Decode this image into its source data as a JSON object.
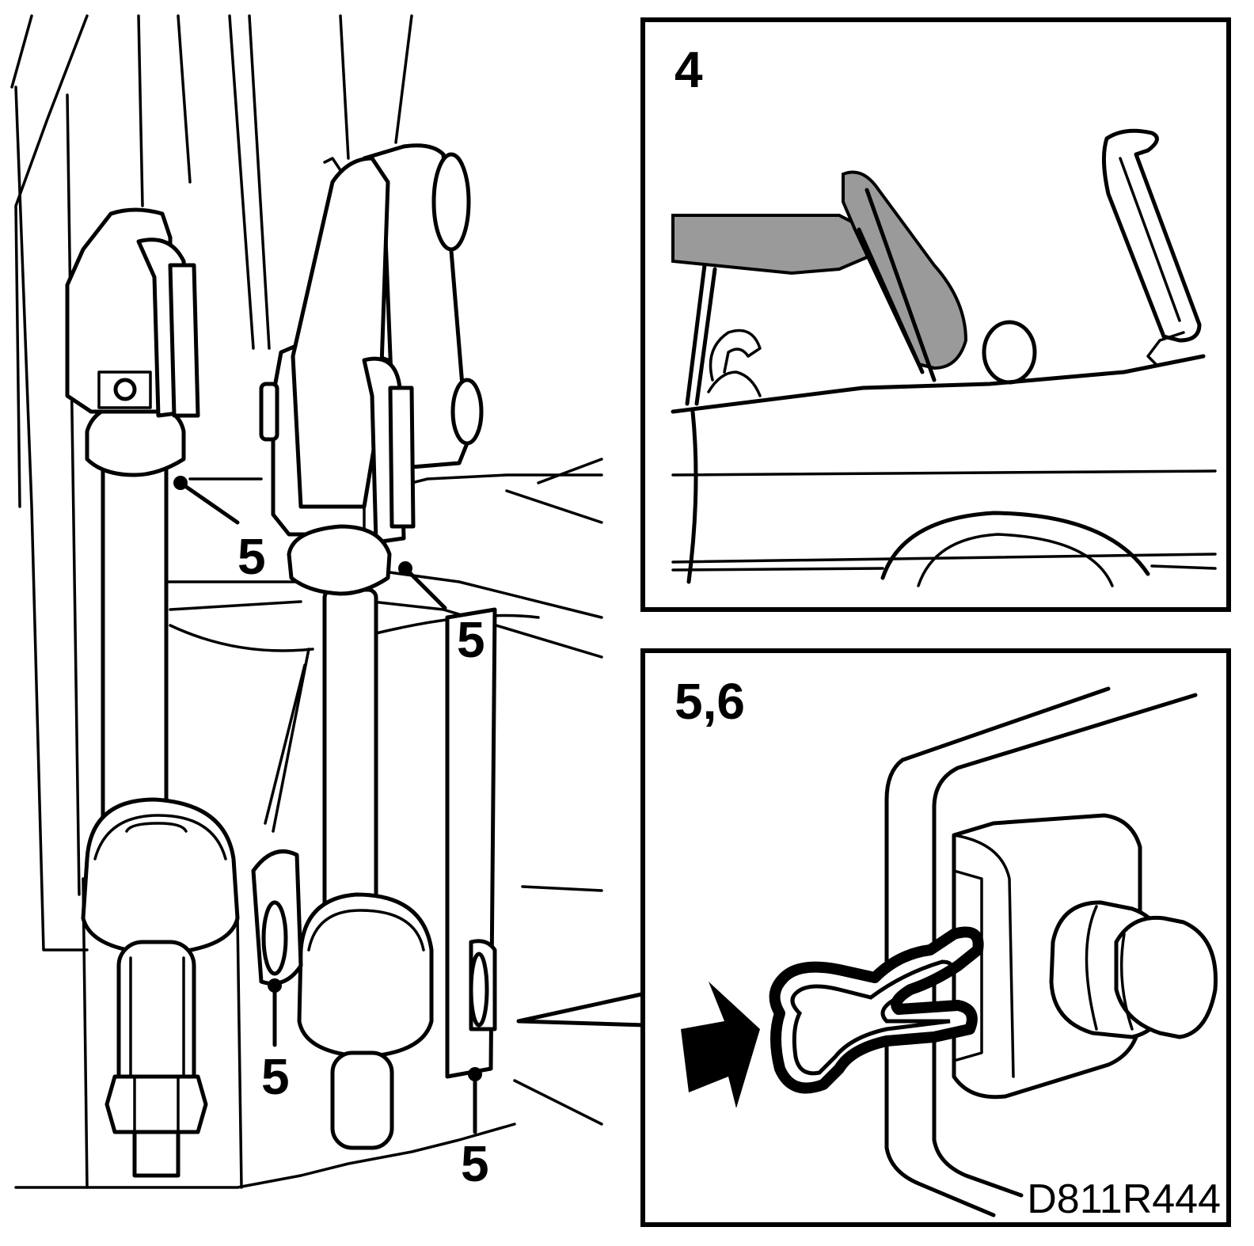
{
  "callouts": {
    "label_upper_left": "5",
    "label_upper_mid": "5",
    "label_lower_left": "5",
    "label_lower_right": "5"
  },
  "insets": {
    "top_step": "4",
    "bottom_step": "5,6"
  },
  "figure_code": "D811R444"
}
